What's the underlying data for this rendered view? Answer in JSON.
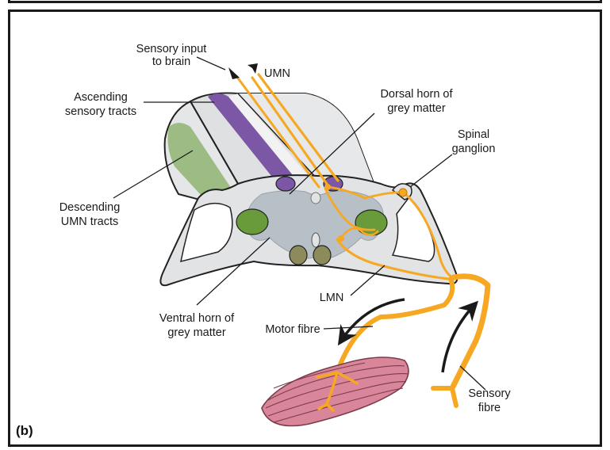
{
  "panel_label": "(b)",
  "labels": {
    "sensory_input_1": "Sensory input",
    "sensory_input_2": "to brain",
    "umn": "UMN",
    "ascending_1": "Ascending",
    "ascending_2": "sensory tracts",
    "dorsal_horn_1": "Dorsal horn of",
    "dorsal_horn_2": "grey matter",
    "spinal_ganglion_1": "Spinal",
    "spinal_ganglion_2": "ganglion",
    "descending_1": "Descending",
    "descending_2": "UMN tracts",
    "lmn": "LMN",
    "ventral_horn_1": "Ventral horn of",
    "ventral_horn_2": "grey matter",
    "motor_fibre": "Motor fibre",
    "sensory_fibre_1": "Sensory",
    "sensory_fibre_2": "fibre"
  },
  "colors": {
    "nerve": "#f7a823",
    "ascending_tract": "#7b57a6",
    "descending_tract": "#9cbc84",
    "grey_matter": "#b7bfc7",
    "white_matter": "#e2e3e5",
    "muscle": "#d9869b",
    "dorsal_nucleus": "#6a9b3a",
    "ventral_nucleus": "#8d8a5c"
  }
}
